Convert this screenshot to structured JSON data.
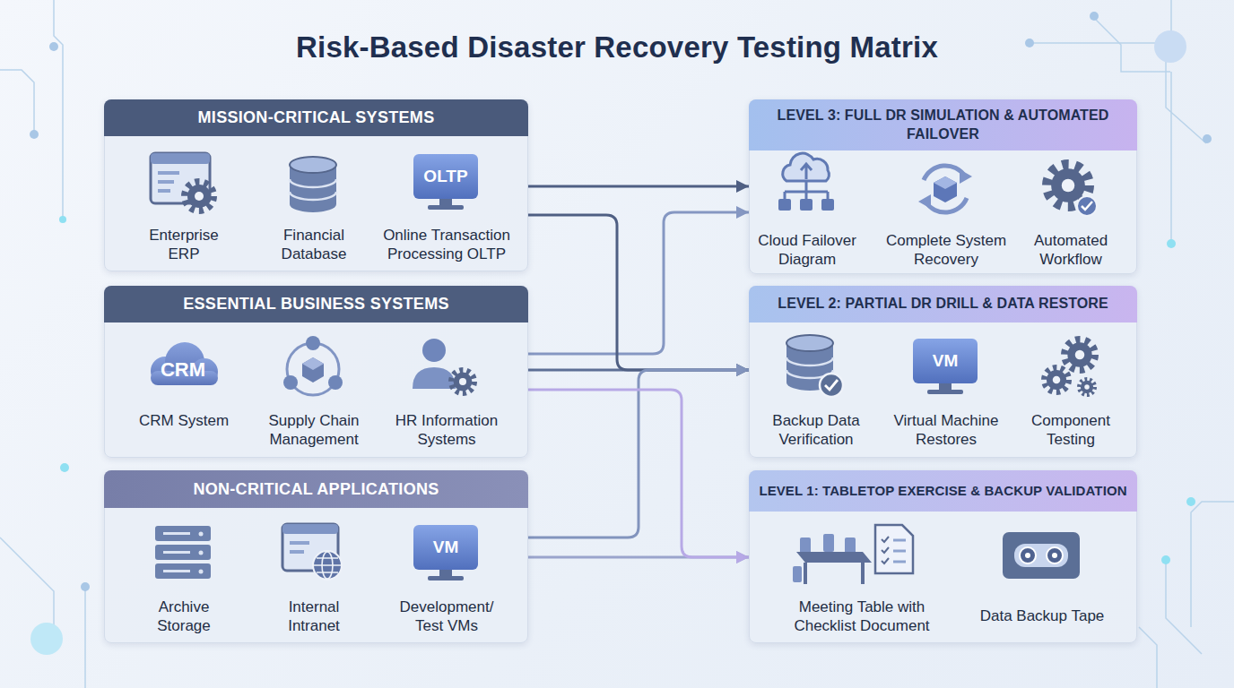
{
  "diagram": {
    "title": "Risk-Based Disaster Recovery Testing Matrix",
    "nodes": [
      {
        "text": [
          "MISSION-CRITICAL SYSTEMS",
          "Enterprise ERP",
          "Financial Database",
          "Online Transaction Processing OLTP"
        ]
      },
      {
        "text": [
          "ESSENTIAL BUSINESS SYSTEMS",
          "CRM System",
          "Supply Chain Management",
          "HR Information Systems"
        ]
      },
      {
        "text": [
          "NON-CRITICAL APPLICATIONS",
          "Archive Storage",
          "Internal Intranet",
          "Development/ Test VMs"
        ]
      },
      {
        "text": [
          "LEVEL 3: FULL DR SIMULATION & AUTOMATED FAILOVER",
          "Cloud Failover Diagram",
          "Complete System Recovery",
          "Automated Workflow"
        ]
      },
      {
        "text": [
          "LEVEL 2: PARTIAL DR DRILL & DATA RESTORE",
          "Backup Data Verification",
          "Virtual Machine Restores",
          "Component Testing"
        ]
      },
      {
        "text": [
          "LEVEL 1: TABLETOP EXERCISE & BACKUP VALIDATION",
          "Meeting Table with Checklist Document",
          "Data Backup Tape"
        ]
      }
    ],
    "edges": [
      {
        "from": 0,
        "to": 3,
        "arrow": "to"
      },
      {
        "from": 1,
        "to": 3,
        "arrow": "to"
      },
      {
        "from": 1,
        "to": 4,
        "arrow": "to"
      },
      {
        "from": 0,
        "to": 4,
        "arrow": "to"
      },
      {
        "from": 2,
        "to": 4,
        "arrow": "to"
      },
      {
        "from": 2,
        "to": 5,
        "arrow": "to"
      },
      {
        "from": 1,
        "to": 5,
        "arrow": "to"
      }
    ],
    "labels": [
      "OLTP",
      "CRM",
      "VM",
      "VM"
    ]
  }
}
